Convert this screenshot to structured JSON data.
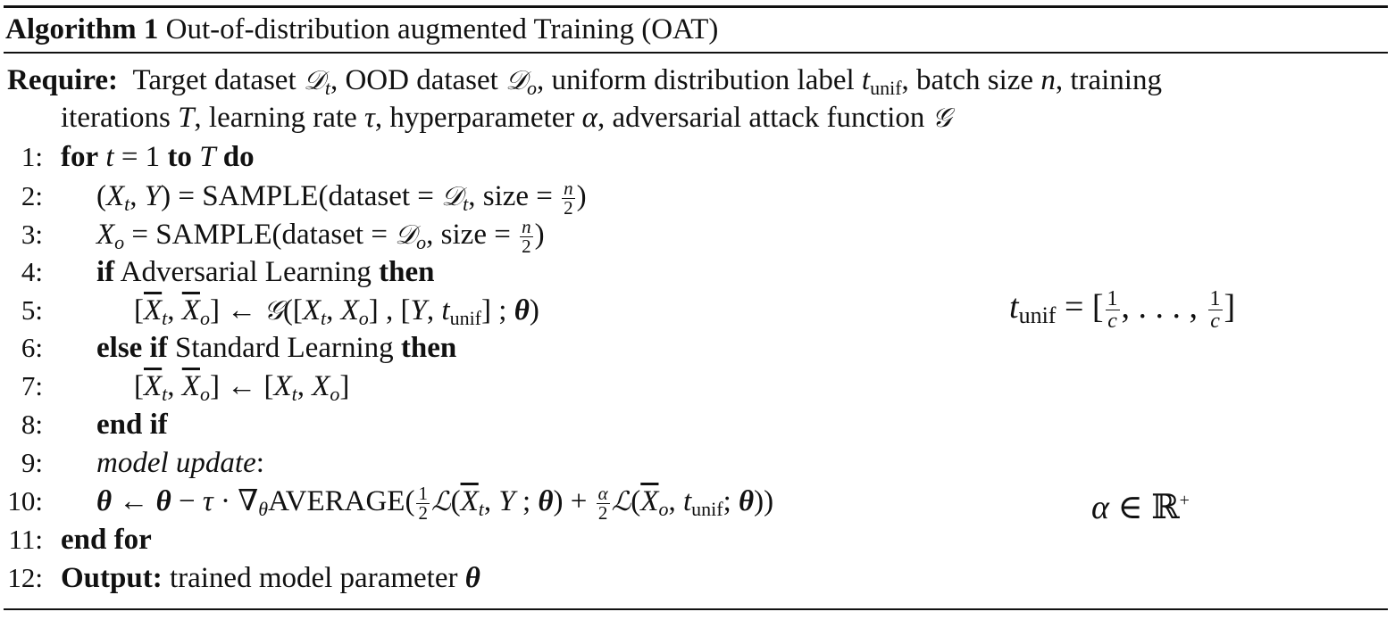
{
  "algorithm": {
    "label": "Algorithm 1",
    "title": "Out-of-distribution augmented Training (OAT)"
  },
  "require": {
    "label": "Require:",
    "line1": "Target dataset 𝒟t, OOD dataset 𝒟o, uniform distribution label tunif, batch size n, training",
    "line2": "iterations T, learning rate τ, hyperparameter α, adversarial attack function 𝒢"
  },
  "steps": [
    {
      "num": "1:",
      "text": "for t = 1 to T do"
    },
    {
      "num": "2:",
      "text": "(Xt, Y) = SAMPLE(dataset = 𝒟t, size = n/2)"
    },
    {
      "num": "3:",
      "text": "Xo = SAMPLE(dataset = 𝒟o, size = n/2)"
    },
    {
      "num": "4:",
      "text": "if Adversarial Learning then"
    },
    {
      "num": "5:",
      "text": "[X̄t, X̄o] ← 𝒢([Xt, Xo], [Y, tunif]; θ)"
    },
    {
      "num": "6:",
      "text": "else if Standard Learning then"
    },
    {
      "num": "7:",
      "text": "[X̄t, X̄o] ← [Xt, Xo]"
    },
    {
      "num": "8:",
      "text": "end if"
    },
    {
      "num": "9:",
      "text": "model update:"
    },
    {
      "num": "10:",
      "text": "θ ← θ − τ · ∇θAVERAGE(1/2 ℒ(X̄t, Y; θ) + α/2 ℒ(X̄o, tunif; θ))"
    },
    {
      "num": "11:",
      "text": "end for"
    },
    {
      "num": "12:",
      "text": "Output: trained model parameter θ"
    }
  ],
  "keywords": {
    "for": "for",
    "to": "to",
    "do": "do",
    "if": "if",
    "then": "then",
    "else_if": "else if",
    "end_if": "end if",
    "end_for": "end for",
    "output": "Output:"
  },
  "words": {
    "adversarial_learning": "Adversarial Learning",
    "standard_learning": "Standard Learning",
    "model_update": "model update",
    "output_text": "trained model parameter"
  },
  "annotations": {
    "tunif_def": "tunif = [1/c, . . . , 1/c]",
    "alpha_def": "α ∈ ℝ+"
  }
}
